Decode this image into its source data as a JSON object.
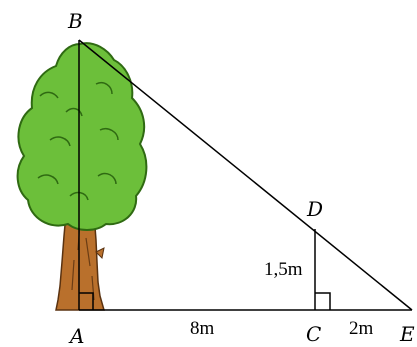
{
  "diagram": {
    "points": {
      "A": "A",
      "B": "B",
      "C": "C",
      "D": "D",
      "E": "E"
    },
    "lengths": {
      "AC": "8m",
      "CE": "2m",
      "CD": "1,5m"
    },
    "colors": {
      "foliage": "#6cbf3a",
      "foliage_dark": "#2f6a12",
      "trunk": "#b9702c",
      "trunk_dark": "#5a3210",
      "lines": "#000000"
    }
  }
}
